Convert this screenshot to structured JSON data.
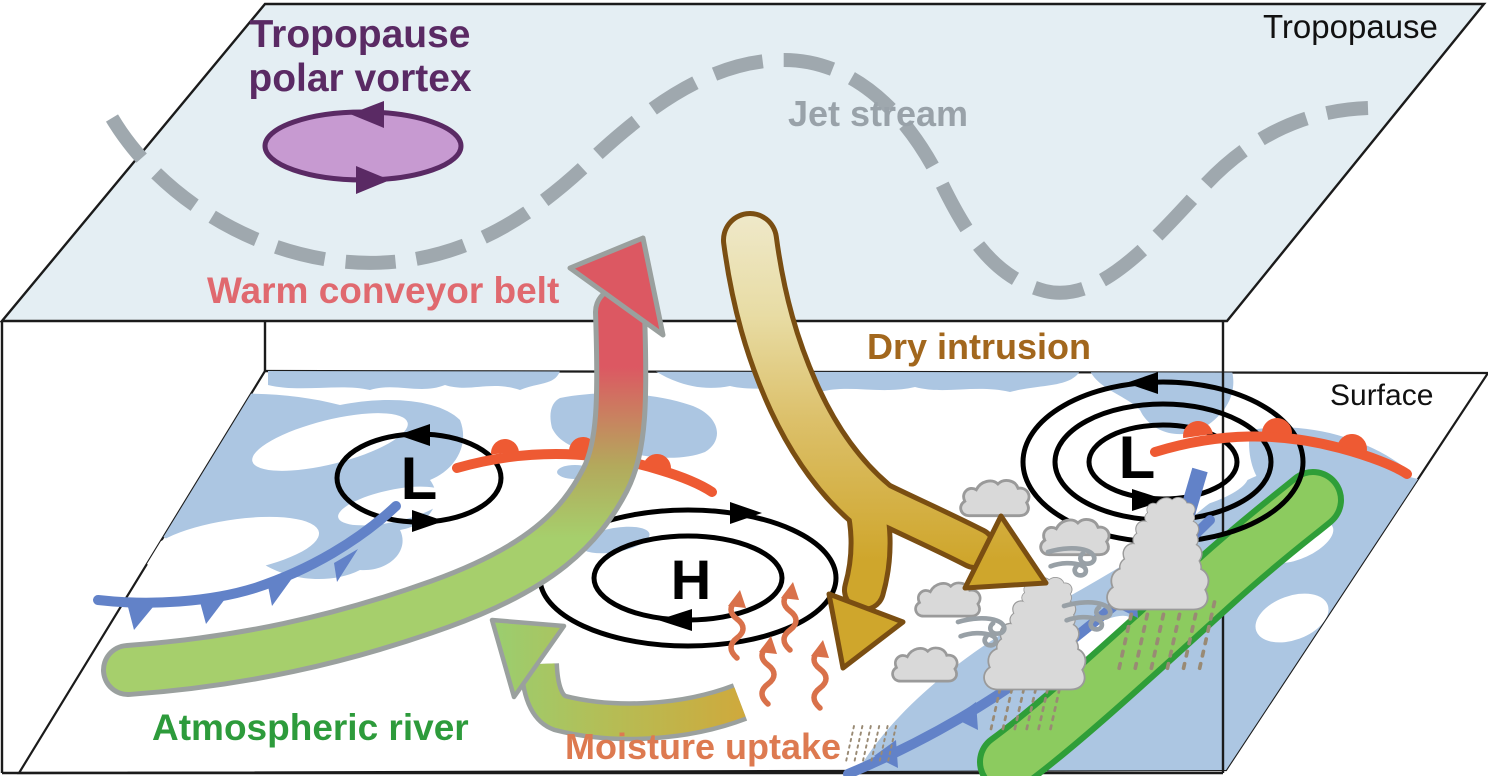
{
  "plane_labels": {
    "top": "Tropopause",
    "bottom": "Surface"
  },
  "features": {
    "polar_vortex": {
      "line1": "Tropopause",
      "line2": "polar vortex",
      "color": "#5a2a64"
    },
    "jet_stream": {
      "label": "Jet stream",
      "color": "#99a2a9"
    },
    "warm_conveyor_belt": {
      "label": "Warm conveyor belt",
      "color": "#e0696f"
    },
    "dry_intrusion": {
      "label": "Dry intrusion",
      "color": "#a2671d"
    },
    "atmospheric_river": {
      "label": "Atmospheric river",
      "color": "#2d9b3b"
    },
    "moisture_uptake": {
      "label": "Moisture uptake",
      "color": "#dd7a50"
    }
  },
  "symbols": {
    "low": "L",
    "high": "H"
  },
  "colors": {
    "tropopause_plane": "#e4eef3",
    "land": "#acc6e2",
    "jet": "#9fa8ae",
    "vortex_fill": "#c79ad1",
    "vortex_border": "#5a2a64",
    "wcb_red": "#dc5862",
    "wcb_green": "#a6cf6c",
    "band_border": "#9aa09e",
    "dry_fill": "#cfa62c",
    "dry_border": "#7a4e12",
    "ar_fill": "#8ccb5f",
    "ar_border": "#2f9e38",
    "warm_front": "#ee5a33",
    "cold_front": "#6282c8",
    "cloud_fill": "#d9d9d9",
    "cloud_border": "#9a9a9a",
    "moisture": "#d9714a",
    "rain": "#998a74",
    "line": "#1b1b1b",
    "label_dark": "#111111"
  }
}
